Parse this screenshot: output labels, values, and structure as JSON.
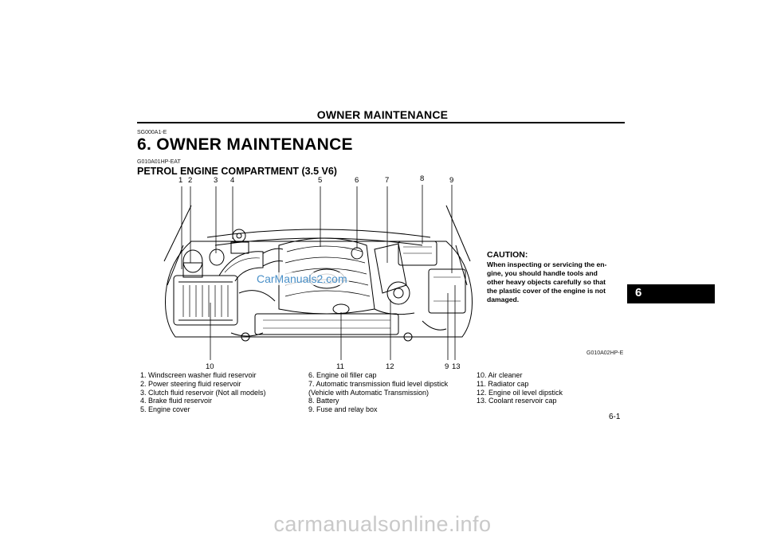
{
  "header": {
    "title": "OWNER MAINTENANCE"
  },
  "codes": {
    "chapter": "SG000A1-E",
    "section": "G010A01HP-EAT",
    "figure": "G010A02HP-E"
  },
  "chapter": {
    "title": "6. OWNER MAINTENANCE",
    "tab_number": "6"
  },
  "section": {
    "title": "PETROL ENGINE COMPARTMENT (3.5 V6)"
  },
  "figure": {
    "top_callouts": [
      "1",
      "2",
      "3",
      "4",
      "5",
      "6",
      "7",
      "8",
      "9"
    ],
    "bottom_callouts": [
      "10",
      "11",
      "12",
      "9",
      "13"
    ]
  },
  "caution": {
    "title": "CAUTION:",
    "lines": [
      "When inspecting or servicing the en-",
      "gine, you should handle tools and",
      "other heavy objects carefully so that",
      "the plastic cover of the engine is not",
      "damaged."
    ]
  },
  "parts_list": {
    "column1": [
      "1.  Windscreen washer fluid reservoir",
      "2.  Power steering fluid reservoir",
      "3.  Clutch fluid reservoir (Not all models)",
      "4.  Brake fluid reservoir",
      "5.  Engine cover"
    ],
    "column2": [
      "6.  Engine oil filler cap",
      "7.  Automatic transmission fluid level dipstick",
      "     (Vehicle with Automatic Transmission)",
      "8.  Battery",
      "9.  Fuse and relay box"
    ],
    "column3": [
      "10. Air cleaner",
      "11. Radiator cap",
      "12. Engine oil level dipstick",
      "13. Coolant reservoir cap"
    ]
  },
  "page_number": "6-1",
  "watermarks": {
    "center": "CarManuals2.com",
    "bottom": "carmanualsonline.info"
  }
}
